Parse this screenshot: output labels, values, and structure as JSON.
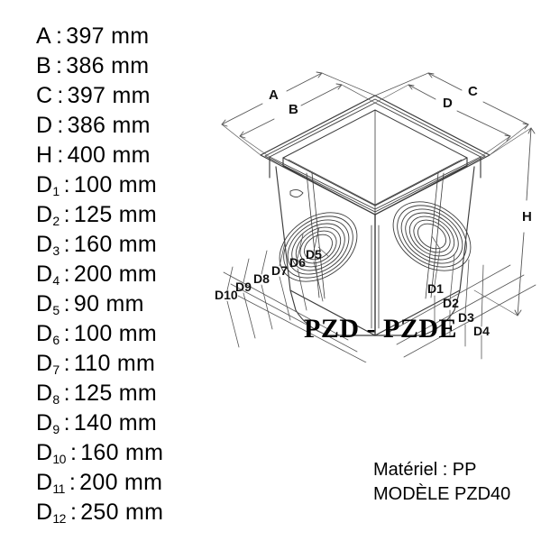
{
  "specs": {
    "items": [
      {
        "key": "A",
        "sub": "",
        "value": "397 mm"
      },
      {
        "key": "B",
        "sub": "",
        "value": "386 mm"
      },
      {
        "key": "C",
        "sub": "",
        "value": "397 mm"
      },
      {
        "key": "D",
        "sub": "",
        "value": "386 mm"
      },
      {
        "key": "H",
        "sub": "",
        "value": "400 mm"
      },
      {
        "key": "D",
        "sub": "1",
        "value": "100 mm"
      },
      {
        "key": "D",
        "sub": "2",
        "value": "125 mm"
      },
      {
        "key": "D",
        "sub": "3",
        "value": "160 mm"
      },
      {
        "key": "D",
        "sub": "4",
        "value": "200 mm"
      },
      {
        "key": "D",
        "sub": "5",
        "value": "90 mm"
      },
      {
        "key": "D",
        "sub": "6",
        "value": "100 mm"
      },
      {
        "key": "D",
        "sub": "7",
        "value": "110 mm"
      },
      {
        "key": "D",
        "sub": "8",
        "value": "125 mm"
      },
      {
        "key": "D",
        "sub": "9",
        "value": "140 mm"
      },
      {
        "key": "D",
        "sub": "10",
        "value": "160 mm"
      },
      {
        "key": "D",
        "sub": "11",
        "value": "200 mm"
      },
      {
        "key": "D",
        "sub": "12",
        "value": "250 mm"
      }
    ],
    "separator": ":"
  },
  "drawing": {
    "title": "PZD - PZDE",
    "dimension_labels": {
      "top_left_outer": "A",
      "top_left_inner": "B",
      "top_right_outer": "C",
      "top_right_inner": "D",
      "height": "H",
      "right_pipe": [
        "D1",
        "D2",
        "D3",
        "D4"
      ],
      "left_pipe": [
        "D5",
        "D6",
        "D7",
        "D8",
        "D9",
        "D10"
      ]
    },
    "line_color": "#3c3c3c",
    "dimension_color": "#555555"
  },
  "footer": {
    "material_line": "Matériel : PP",
    "model_line": "MODÈLE PZD40"
  }
}
